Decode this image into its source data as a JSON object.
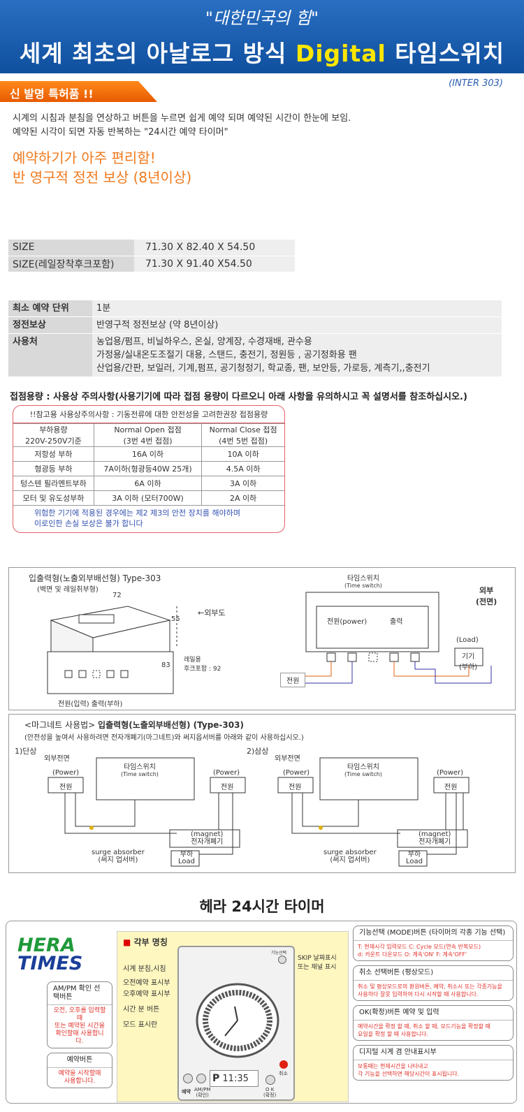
{
  "header": {
    "line1": "\"대한민국의 힘\"",
    "line2_pre": "세계 최초의 아날로그 방식 ",
    "line2_accent": "Digital",
    "line2_post": " 타임스위치"
  },
  "badge": "신 발명 특허품 !!",
  "model": "(INTER 303)",
  "description": [
    "시계의 시침과 분침을 연상하고 버튼을 누르면 쉽게 예약 되며  예약된 시간이 한눈에 보임.",
    "예약된 시각이 되면 자동 반복하는  \"24시간 예약 타이머\""
  ],
  "highlights": [
    "예약하기가 아주 편리함!",
    "반 영구적 정전 보상 (8년이상)"
  ],
  "size_table": [
    {
      "label": "SIZE",
      "value": "71.30  X  82.40  X  54.50"
    },
    {
      "label": "SIZE(레일장착후크포함)",
      "value": "71.30  X  91.40  X54.50"
    }
  ],
  "spec_table": [
    {
      "label": "최소 예약 단위",
      "lines": [
        "1분"
      ]
    },
    {
      "label": "정전보상",
      "lines": [
        "반영구적 정전보상 (약 8년이상)"
      ]
    },
    {
      "label": "사용처",
      "lines": [
        "농업용/펌프, 비닐하우스, 온실, 양계장, 수경재배, 관수용",
        "가정용/실내온도조절기 대용, 스탠드, 충전기, 정원등 , 공기정화용 팬",
        "산업용/간판, 보일러, 기계,펌프, 공기청정기, 학교종, 팬, 보안등, 가로등, 계측기,,충전기"
      ]
    }
  ],
  "caution": {
    "heading": "접점용량 : 사용상 주의사항(사용기기에 따라 접점 용량이 다르오니 아래 사항을 유의하시고 꼭 설명서를 참조하십시오.)",
    "note": "!!참고용 사용상주의사항 : 기동전류에 대한 안전성을 고려한권장 접점용량",
    "headers": [
      "부하용량\n220V-250V기준",
      "Normal Open 접점\n(3번 4번 접점)",
      "Normal Close  접점\n(4번 5번 접점)"
    ],
    "rows": [
      [
        "저항성 부하",
        "16A 이하",
        "10A 이하"
      ],
      [
        "형광등 부하",
        "7A이하(형광등40W 25개)",
        "4.5A 이하"
      ],
      [
        "텅스텐 필라멘트부하",
        "6A 이하",
        "3A 이하"
      ],
      [
        "모터 및 유도성부하",
        "3A 이하 (모터700W)",
        "2A 이하"
      ]
    ],
    "warning": [
      "위험한 기기에 적용된 경우에는 제2 제3의 안전 장치를 해야하며",
      "이로인한 손실 보상은 불가 합니다"
    ]
  },
  "diagram1": {
    "title": "입출력형(노출외부배선형) Type-303",
    "subtitle": "(벽면 및 레일취부형)",
    "dim_w": "72",
    "dim_h": "55",
    "dim_d": "83",
    "rail": "레일용\n후크포함 : 92",
    "outer": "←외부도",
    "ports": "전원(입력)  출력(부하)",
    "ts_title": "타임스위치",
    "ts_sub": "(Time switch)",
    "power": "전원(power)",
    "output": "출력",
    "front": "외부\n(전면)",
    "load": "(Load)",
    "load_box": "기기\n(부하)",
    "src": "전원"
  },
  "diagram2": {
    "title": "<마그네트 사용법>",
    "title2": "입출력형(노출외부배선형) (Type-303)",
    "note": "(안전성을 높여서 사용하려면 전자개폐기(마그네트)와 써지옵서버를 아래와 같이 사용하십시오.)",
    "single": "1)단상",
    "three": "2)삼상",
    "front": "외부전면",
    "ts": "타임스위치",
    "ts_sub": "(Time switch)",
    "power_en": "(Power)",
    "power": "전원",
    "magnet": "(magnet)\n전자개폐기",
    "surge": "surge absorber\n(써지 업서버)",
    "load": "부하\nLoad"
  },
  "hera": {
    "title": "헤라 24시간 타이머",
    "logo1": "HERA",
    "logo2": "TIMES",
    "section": "각부 명칭",
    "labels": [
      "시계 분침,시침",
      "오전예약 표시부",
      "오후예약 표시부",
      "시간 분 버튼",
      "모드 표시란",
      "SKIP 날짜표시\n또는 채널 표시"
    ],
    "display": "11:35",
    "btn_reserve": "예약",
    "btn_ampm": "AM/PM\n(확인)",
    "btn_ok": "O K\n(확정)",
    "btn_cancel": "취소",
    "btn_mode": "기능선택",
    "callouts": [
      {
        "h": "기능선택 (MODE)버튼 (타이머의 각종 기능 선택)",
        "b": "T: 현재시각 입력모드   C: Cycle 모드(연속 반복모드)\nd: 카운트 다운모드   O: 계속'ON'   F: 계속'OFF'"
      },
      {
        "h": "취소 선택버튼 (평상모드)",
        "b": "취소 및 평상모드로의 환원버튼, 예약, 취소시 또는 각종기능을\n사용하다 잘못 입력하여 다시 시작할 때 사용합니다."
      },
      {
        "h": "OK(확정)버튼  예약 및 입력",
        "b": "예약시간을 확정 할 때, 취소 할 때, 모드기능을 확정할 때\n요일을 확정 할 때 사용합니다."
      },
      {
        "h": "디지털 시계 겸 안내표시부",
        "b": "보통때는 현재시간을 나타내고\n각 기능을 선택하면 해당시간이 표시됩니다."
      }
    ],
    "left_callouts": [
      {
        "h": "AM/PM 확인  선택버튼",
        "b": "오전, 오후를 입력할때\n또는 예약된 시간을\n확인할때 사용합니다."
      },
      {
        "h": "예약버튼",
        "b": "예약을 시작할때\n사용합니다."
      }
    ]
  }
}
